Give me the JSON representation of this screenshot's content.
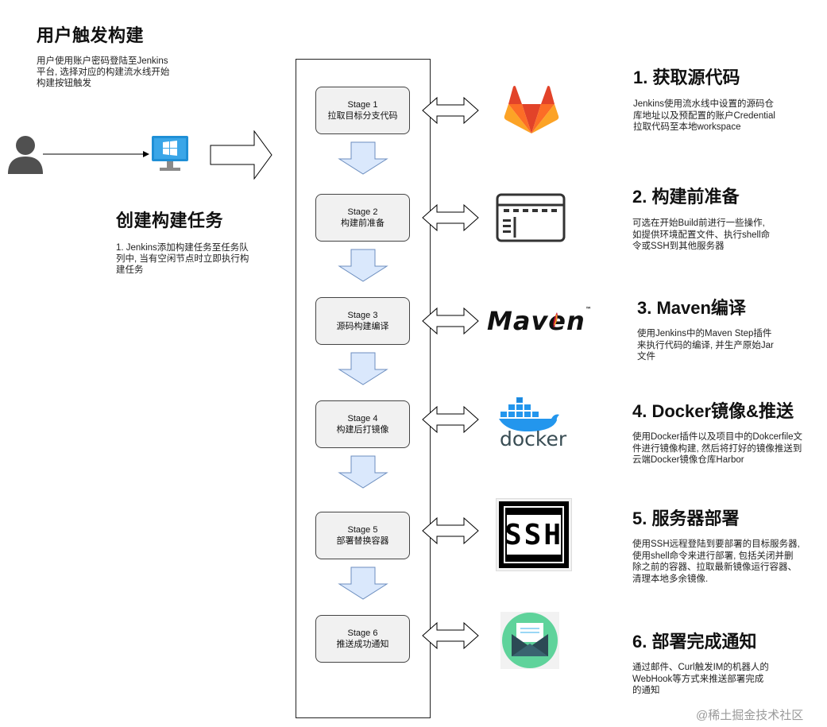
{
  "user_section": {
    "title": "用户触发构建",
    "desc": [
      "用户使用账户密码登陆至Jenkins",
      "平台, 选择对应的构建流水线开始",
      "构建按钮触发"
    ]
  },
  "task_section": {
    "title": "创建构建任务",
    "desc": [
      "1. Jenkins添加构建任务至任务队",
      "列中, 当有空闲节点时立即执行构",
      "建任务"
    ]
  },
  "stages": [
    {
      "name": "Stage 1",
      "label": "拉取目标分支代码"
    },
    {
      "name": "Stage 2",
      "label": "构建前准备"
    },
    {
      "name": "Stage 3",
      "label": "源码构建编译"
    },
    {
      "name": "Stage 4",
      "label": "构建后打镜像"
    },
    {
      "name": "Stage 5",
      "label": "部署替换容器"
    },
    {
      "name": "Stage 6",
      "label": "推送成功通知"
    }
  ],
  "steps": [
    {
      "title": "1. 获取源代码",
      "desc": [
        "Jenkins使用流水线中设置的源码仓",
        "库地址以及预配置的账户Credential",
        "拉取代码至本地workspace"
      ],
      "icon": "gitlab-icon"
    },
    {
      "title": "2. 构建前准备",
      "desc": [
        "可选在开始Build前进行一些操作,",
        "如提供环境配置文件、执行shell命",
        "令或SSH到其他服务器"
      ],
      "icon": "browser-window-icon"
    },
    {
      "title": "3. Maven编译",
      "desc": [
        "使用Jenkins中的Maven Step插件",
        "来执行代码的编译, 并生产原始Jar",
        "文件"
      ],
      "icon": "maven-logo"
    },
    {
      "title": "4. Docker镜像&推送",
      "desc": [
        "使用Docker插件以及项目中的Dokcerfile文",
        "件进行镜像构建, 然后将打好的镜像推送到",
        "云端Docker镜像仓库Harbor"
      ],
      "icon": "docker-logo"
    },
    {
      "title": "5. 服务器部署",
      "desc": [
        "使用SSH远程登陆到要部署的目标服务器,",
        "使用shell命令来进行部署, 包括关闭并删",
        "除之前的容器、拉取最新镜像运行容器、",
        "清理本地多余镜像."
      ],
      "icon": "ssh-logo"
    },
    {
      "title": "6. 部署完成通知",
      "desc": [
        "通过邮件、Curl触发IM的机器人的",
        "WebHook等方式来推送部署完成",
        "的通知"
      ],
      "icon": "mail-icon"
    }
  ],
  "logos": {
    "maven_text": "Maven",
    "maven_tm": "™",
    "docker_text": "docker",
    "ssh_text": "SSH"
  },
  "watermark": "@稀土掘金技术社区",
  "colors": {
    "stage_fill": "#f1f1f1",
    "arrow_fill": "#dae8fc",
    "arrow_stroke": "#6c8ebf",
    "gitlab_orange": "#e24329",
    "docker_blue": "#2396ed",
    "mail_green": "#5fd39b",
    "windows_blue": "#1f8fd6"
  }
}
